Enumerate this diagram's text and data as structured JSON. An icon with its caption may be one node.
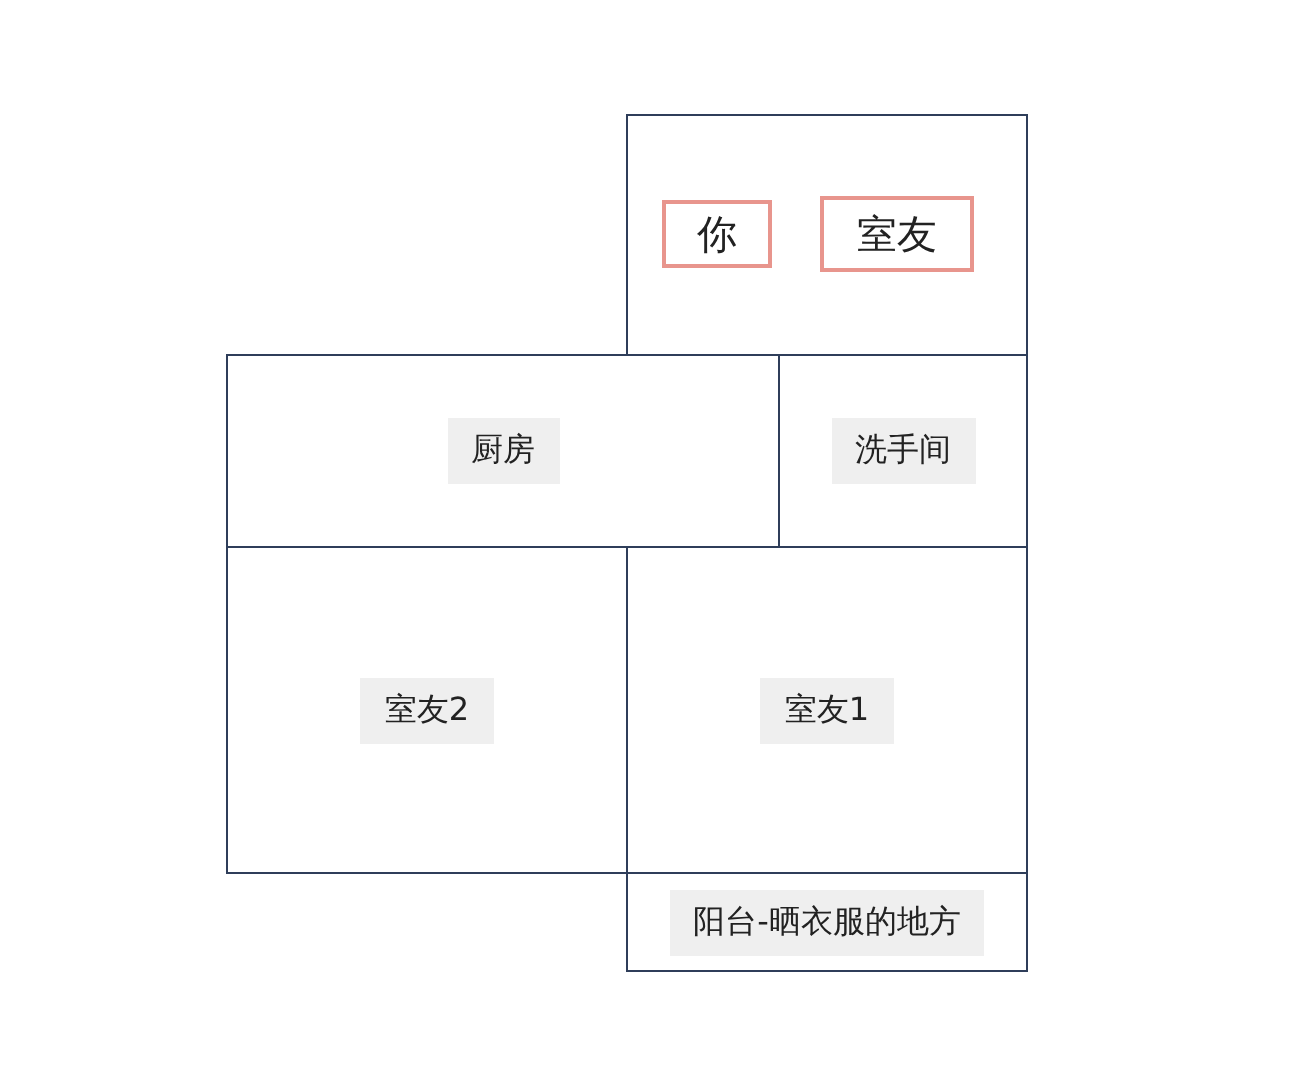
{
  "diagram": {
    "nodes": [
      {
        "text": [],
        "shape": "box"
      },
      {
        "text": [
          "你"
        ],
        "in": 0
      },
      {
        "text": [
          "室友"
        ],
        "in": 0
      },
      {
        "text": [
          "厨房"
        ]
      },
      {
        "text": [
          "洗手间"
        ]
      },
      {
        "text": [
          "室友2"
        ]
      },
      {
        "text": [
          "室友1"
        ]
      },
      {
        "text": [
          "阳台-晒衣服的地方"
        ]
      }
    ]
  }
}
